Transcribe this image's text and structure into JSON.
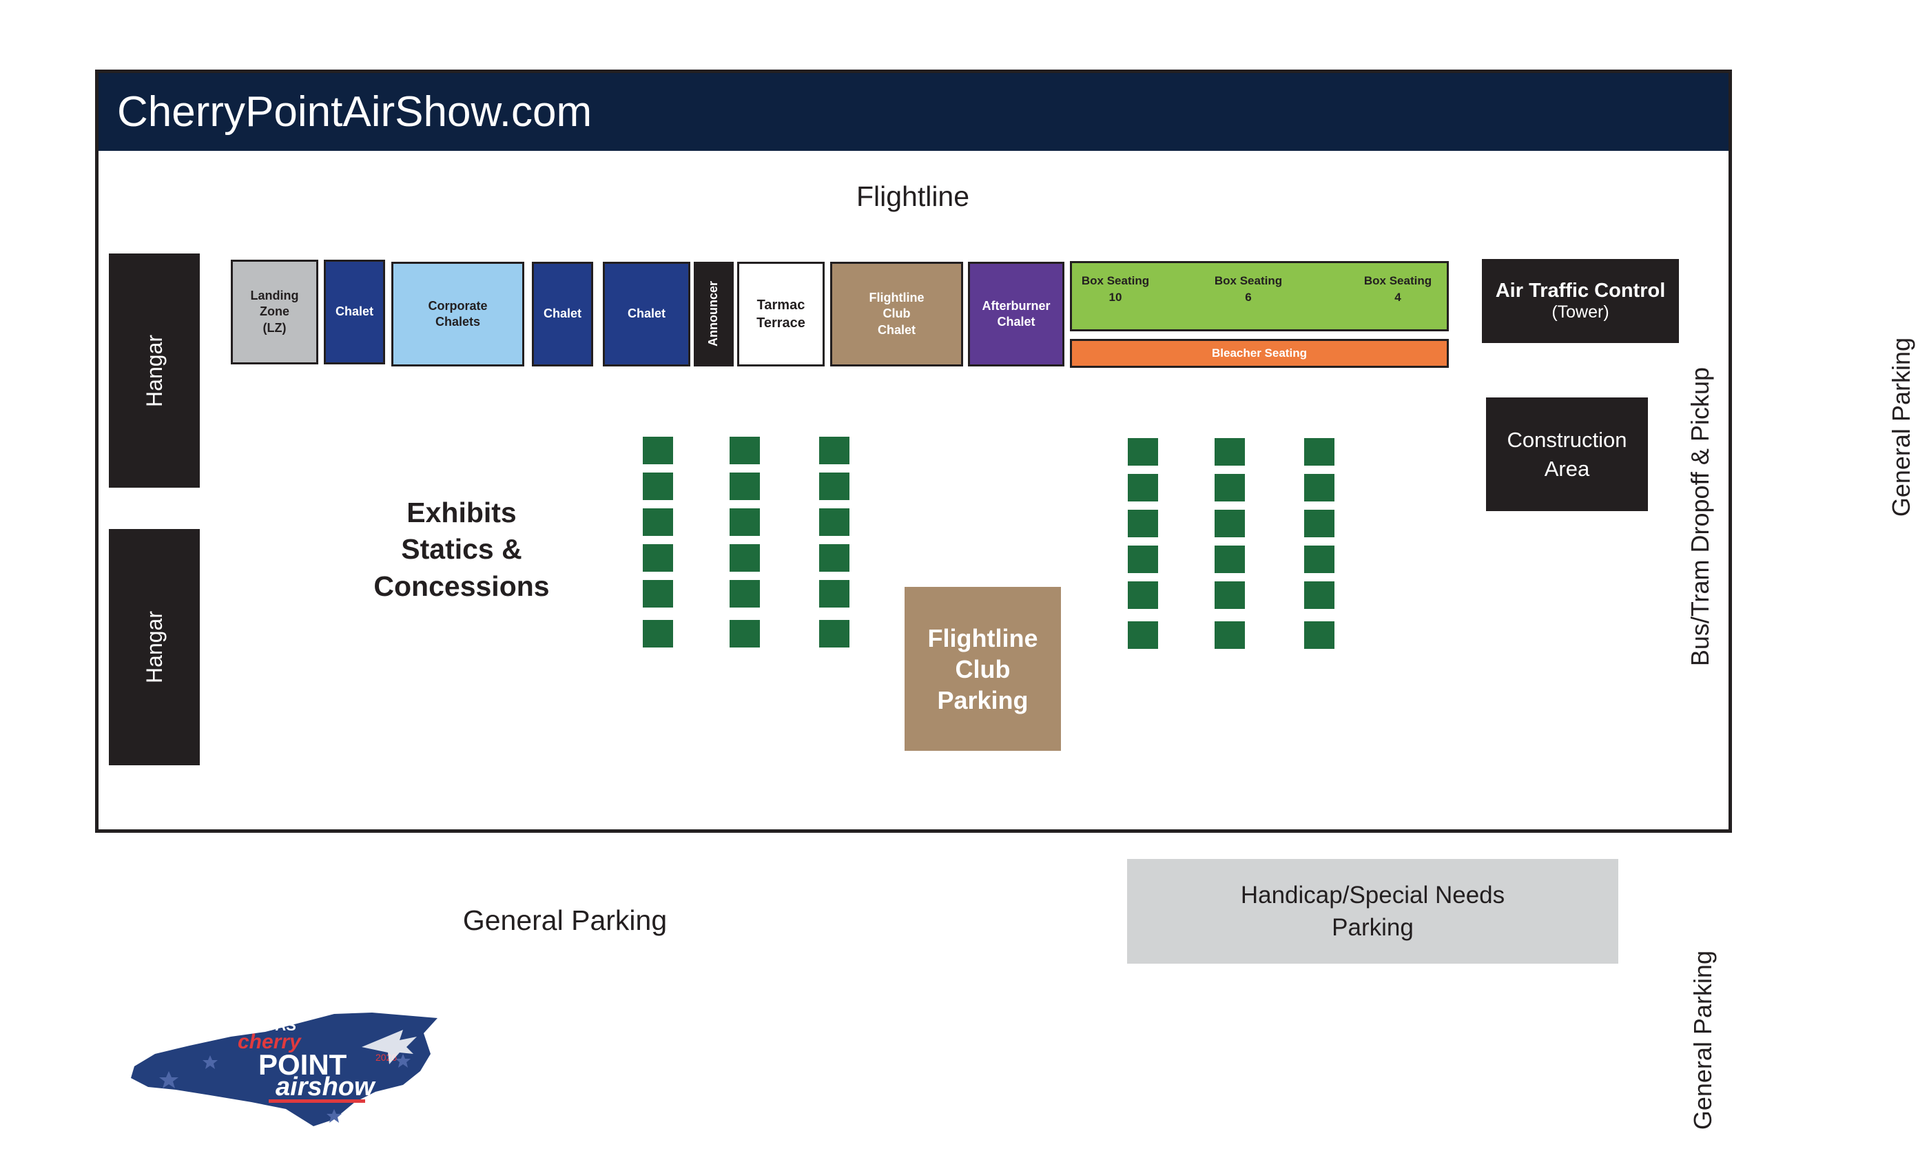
{
  "header": {
    "site_url": "CherryPointAirShow.com",
    "bar_color": "#0d2140"
  },
  "map": {
    "flightline": "Flightline",
    "hangars": [
      "Hangar",
      "Hangar"
    ],
    "top_row": {
      "landing_zone": [
        "Landing",
        "Zone",
        "(LZ)"
      ],
      "chalet": "Chalet",
      "corporate_chalets": [
        "Corporate",
        "Chalets"
      ],
      "announcer": "Announcer",
      "tarmac_terrace": [
        "Tarmac",
        "Terrace"
      ],
      "flightline_club_chalet": [
        "Flightline",
        "Club",
        "Chalet"
      ],
      "afterburner_chalet": [
        "Afterburner",
        "Chalet"
      ],
      "box_seating": [
        {
          "label": "Box Seating",
          "number": "10"
        },
        {
          "label": "Box Seating",
          "number": "6"
        },
        {
          "label": "Box Seating",
          "number": "4"
        }
      ],
      "bleacher_seating": "Bleacher Seating"
    },
    "air_traffic_control": {
      "title": "Air Traffic Control",
      "subtitle": "(Tower)"
    },
    "construction_area": [
      "Construction",
      "Area"
    ],
    "exhibits": [
      "Exhibits",
      "Statics &",
      "Concessions"
    ],
    "flightline_club_parking": [
      "Flightline",
      "Club",
      "Parking"
    ],
    "handicap_parking": [
      "Handicap/Special Needs",
      "Parking"
    ],
    "bus_tram": "Bus/Tram Dropoff & Pickup",
    "general_parking_bottom": "General Parking",
    "general_parking_right": "General Parking",
    "general_parking_bottom_right": "General Parking"
  },
  "logo": {
    "line1": "MCAS",
    "line2": "cherry",
    "line3": "POINT",
    "line4": "airshow",
    "year": "2026"
  },
  "colors": {
    "chalet_blue": "#223c88",
    "corporate_light_blue": "#9acdef",
    "landing_zone_gray": "#bcbec0",
    "flightline_club_tan": "#a98c6c",
    "afterburner_purple": "#5d3a92",
    "box_seating_green": "#8cc34b",
    "bleacher_orange": "#ef7b3c",
    "exhibit_green": "#1e6b3c",
    "handicap_gray": "#d1d3d4"
  }
}
